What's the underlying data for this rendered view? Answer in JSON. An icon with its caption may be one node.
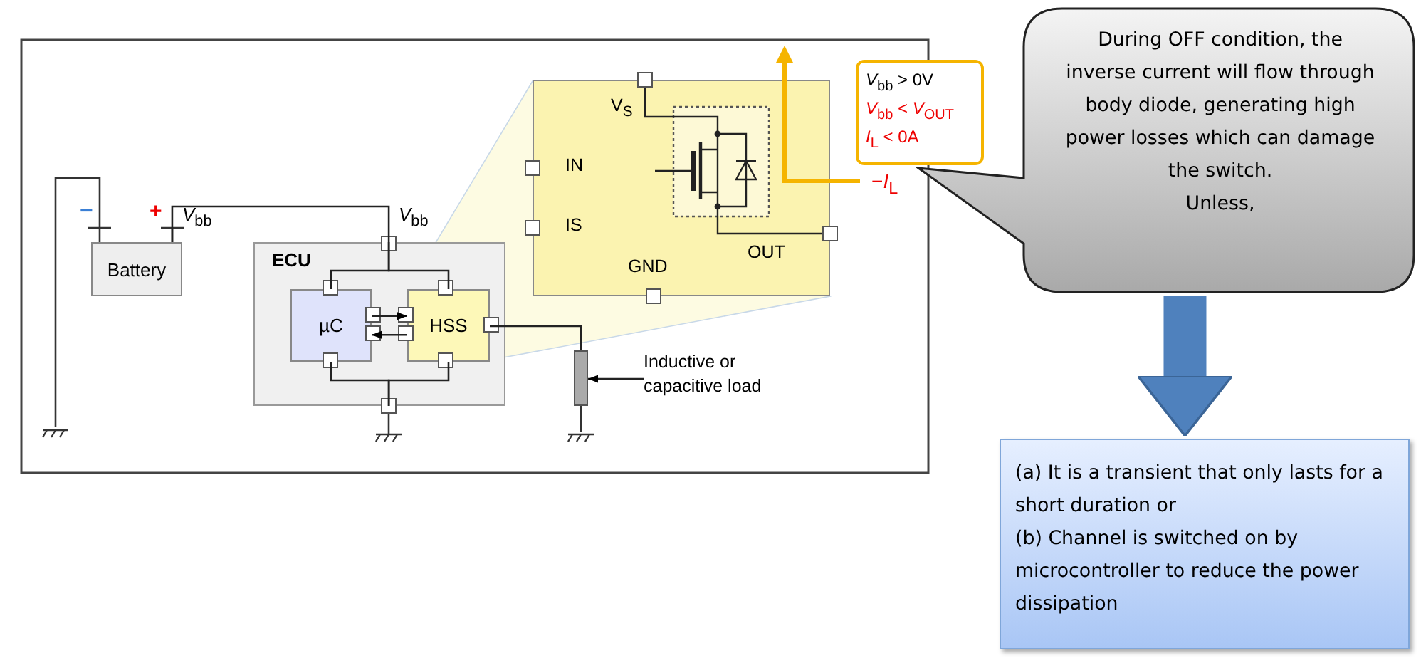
{
  "diagram": {
    "nodes": [
      {
        "text": [
          "Battery"
        ]
      },
      {
        "text": [
          "ECU"
        ]
      },
      {
        "text": [
          "µC"
        ],
        "in": 1
      },
      {
        "text": [
          "HSS"
        ],
        "in": 1
      },
      {
        "text": [
          "V$_{S}$",
          "IN",
          "IS",
          "GND",
          "OUT"
        ]
      },
      {
        "text": [],
        "shape": "box"
      },
      {
        "text": [
          "Inductive or capacitive load"
        ]
      },
      {
        "text": [
          "*V*$_{bb}$ > 0V",
          "*V*$_{bb}$ < *V*$_{OUT}$",
          "*I*$_{L}$ < 0A"
        ]
      },
      {
        "text": [
          "During OFF condition, the inverse current will flow through body diode, generating high power losses which can damage the switch.",
          "Unless,"
        ]
      },
      {
        "text": [
          "(a) It is a transient that only lasts for a short duration or",
          "(b) Channel is switched on by microcontroller to reduce the power dissipation"
        ]
      }
    ],
    "edges": [
      {
        "from": 0,
        "to": 1,
        "arrow": "none"
      },
      {
        "from": 2,
        "to": 3,
        "arrow": "to"
      },
      {
        "from": 3,
        "to": 2,
        "arrow": "to"
      },
      {
        "from": 3,
        "to": 5,
        "arrow": "none"
      },
      {
        "from": 6,
        "to": 5,
        "arrow": "to"
      },
      {
        "from": 8,
        "to": 9,
        "arrow": "to",
        "style": "thick",
        "color": "#4f81bd"
      },
      {
        "from": 1,
        "to": 2,
        "arrow": "none"
      },
      {
        "from": 1,
        "to": 3,
        "arrow": "none"
      },
      {
        "from": 2,
        "to": 1,
        "arrow": "none"
      },
      {
        "from": 3,
        "to": 1,
        "arrow": "none"
      }
    ],
    "labels": [
      "−",
      "+",
      "*V*$_{bb}$",
      "*V*$_{bb}$",
      "−*I*$_{L}$"
    ]
  }
}
